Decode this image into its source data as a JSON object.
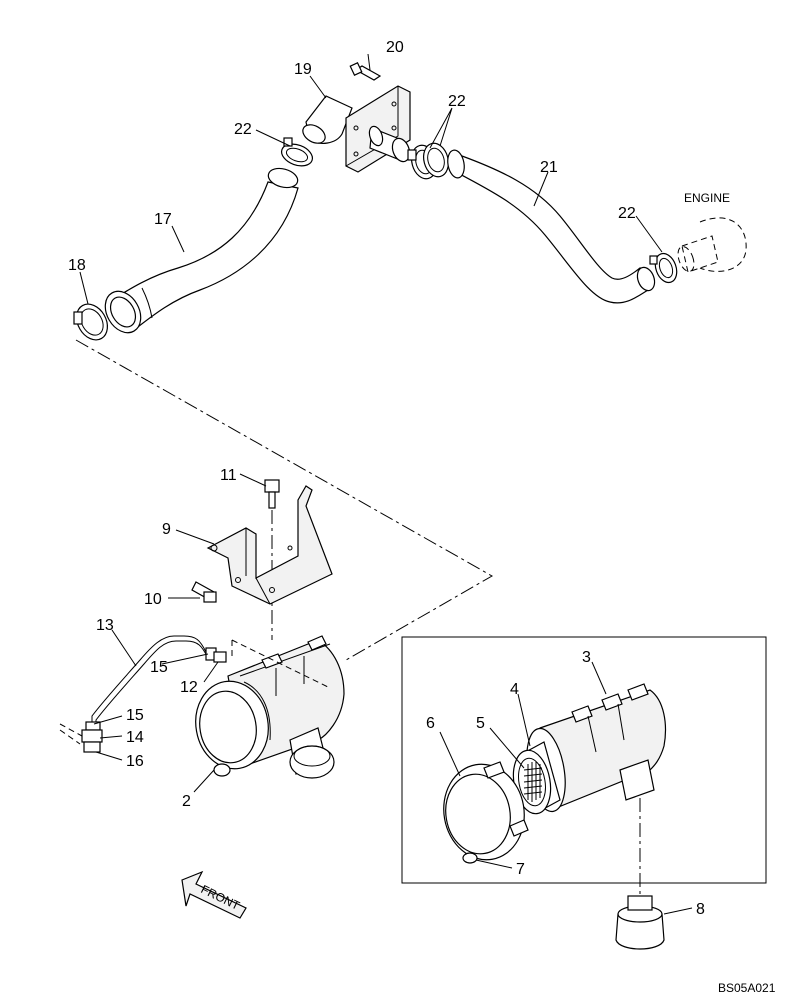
{
  "callouts": {
    "c2": "2",
    "c3": "3",
    "c4": "4",
    "c5": "5",
    "c6": "6",
    "c7": "7",
    "c8": "8",
    "c9": "9",
    "c10": "10",
    "c11": "11",
    "c12": "12",
    "c13": "13",
    "c14": "14",
    "c15a": "15",
    "c15b": "15",
    "c16": "16",
    "c17": "17",
    "c18": "18",
    "c19": "19",
    "c20": "20",
    "c21": "21",
    "c22a": "22",
    "c22b": "22",
    "c22c": "22"
  },
  "labels": {
    "engine": "ENGINE",
    "front": "FRONT",
    "drawing_code": "BS05A021"
  }
}
